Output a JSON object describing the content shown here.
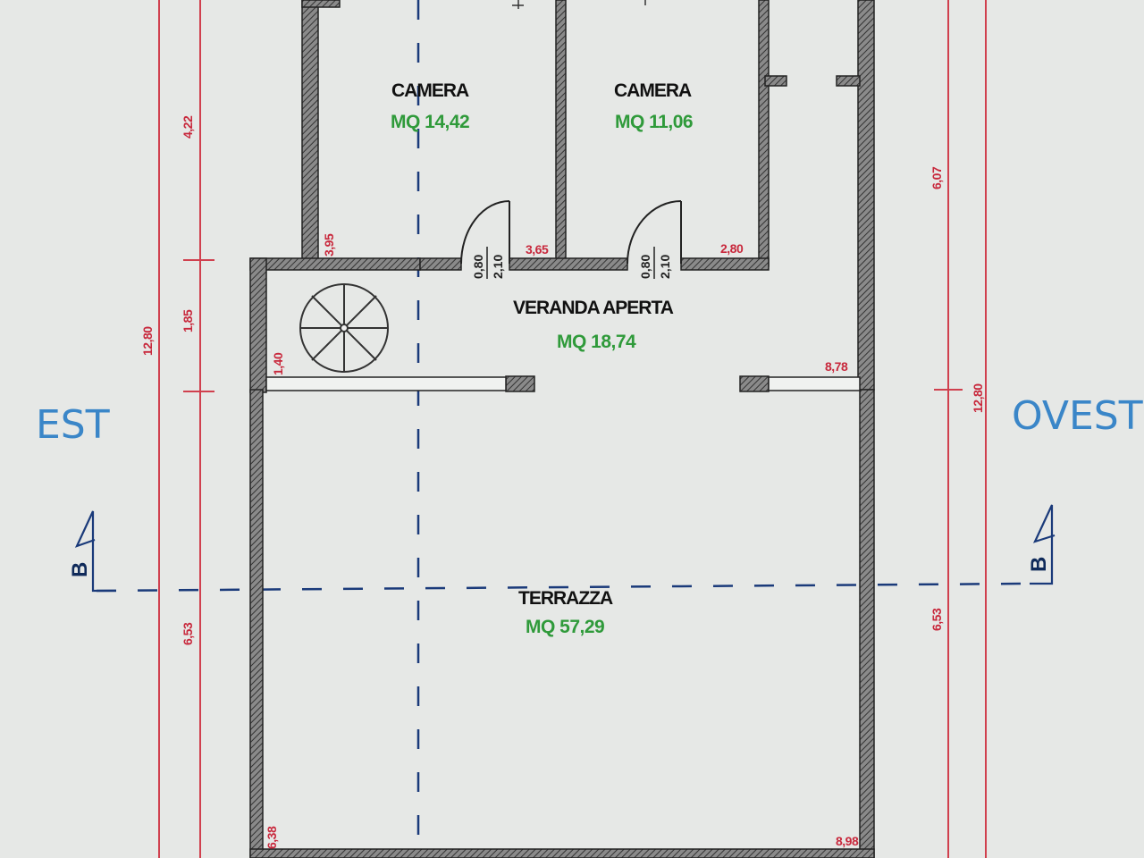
{
  "plan": {
    "compass": {
      "east": "EST",
      "west": "OVEST"
    },
    "section_marker": {
      "label": "B"
    },
    "rooms": [
      {
        "name": "CAMERA",
        "area": "MQ 14,42"
      },
      {
        "name": "CAMERA",
        "area": "MQ 11,06"
      },
      {
        "name": "VERANDA APERTA",
        "area": "MQ 18,74"
      },
      {
        "name": "TERRAZZA",
        "area": "MQ 57,29"
      }
    ],
    "doors": [
      {
        "width": "0,80",
        "height": "2,10"
      },
      {
        "width": "0,80",
        "height": "2,10"
      }
    ],
    "interior_dimensions": {
      "camera1_height": "3,95",
      "camera1_width": "3,65",
      "camera2_width": "2,80",
      "stair_well": "1,40",
      "veranda_width": "8,78",
      "terrazza_height": "6,38",
      "terrazza_width": "8,98"
    },
    "left_dimensions": {
      "total": "12,80",
      "segments": [
        "4,22",
        "1,85",
        "6,53"
      ]
    },
    "right_dimensions": {
      "total": "12,80",
      "segments": [
        "6,07",
        "6,53"
      ]
    },
    "colors": {
      "paper": "#e6e8e6",
      "wall": "#555555",
      "dimension_line": "#d0404e",
      "dimension_text": "#c8283c",
      "area_text": "#2f9a3a",
      "compass_text": "#3a86c8",
      "section_line": "#1a3a7a"
    }
  }
}
